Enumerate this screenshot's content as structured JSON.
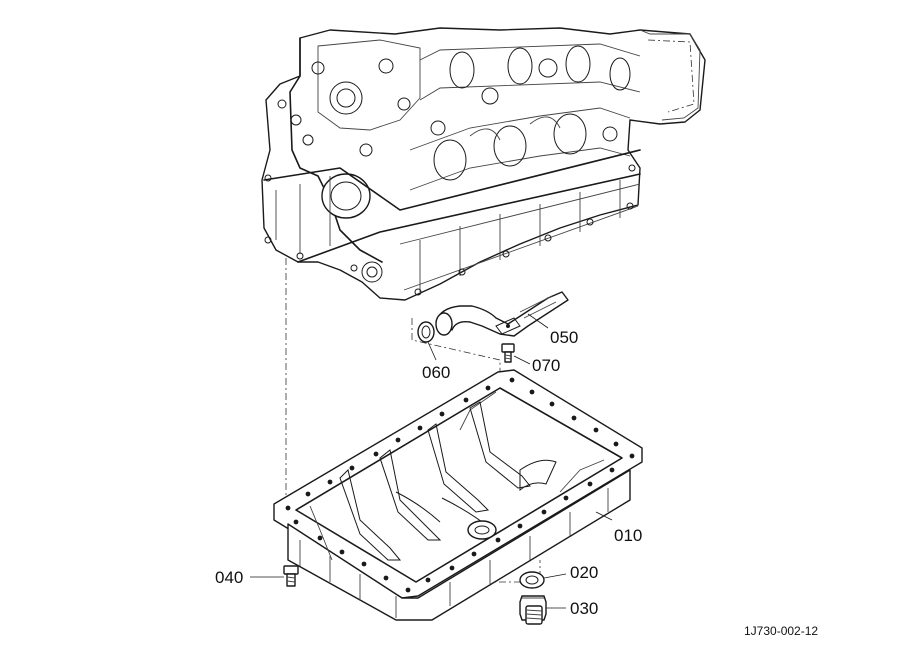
{
  "parts": [
    {
      "ref": "010"
    },
    {
      "ref": "020"
    },
    {
      "ref": "030"
    },
    {
      "ref": "040"
    },
    {
      "ref": "050"
    },
    {
      "ref": "060"
    },
    {
      "ref": "070"
    }
  ],
  "figure_id": "1J730-002-12"
}
